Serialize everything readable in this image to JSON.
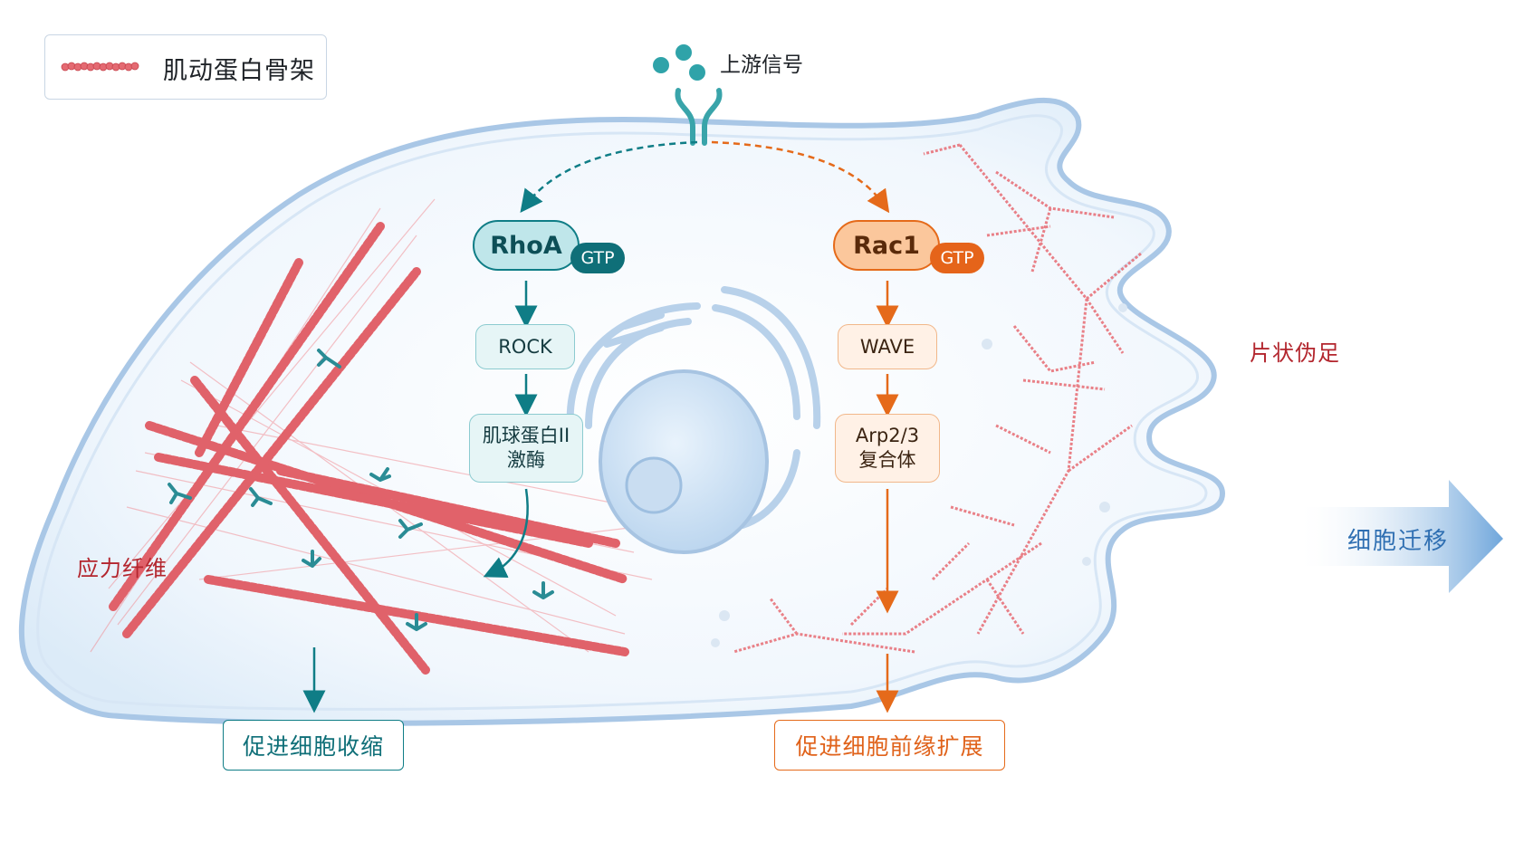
{
  "legend": {
    "label": "肌动蛋白骨架"
  },
  "signal": {
    "label": "上游信号"
  },
  "rhoa_pathway": {
    "gtpase": "RhoA",
    "gtp_badge": "GTP",
    "steps": [
      "ROCK",
      "肌球蛋白II\n激酶"
    ],
    "outcome": "促进细胞收缩"
  },
  "rac1_pathway": {
    "gtpase": "Rac1",
    "gtp_badge": "GTP",
    "steps": [
      "WAVE",
      "Arp2/3\n复合体"
    ],
    "outcome": "促进细胞前缘扩展"
  },
  "labels": {
    "stress_fiber": "应力纤维",
    "lamellipodium": "片状伪足",
    "migration": "细胞迁移"
  },
  "colors": {
    "teal": "#0f7d86",
    "orange": "#e56a1a",
    "actin_red": "#e0545e",
    "cell_blue": "#c9dff2"
  }
}
